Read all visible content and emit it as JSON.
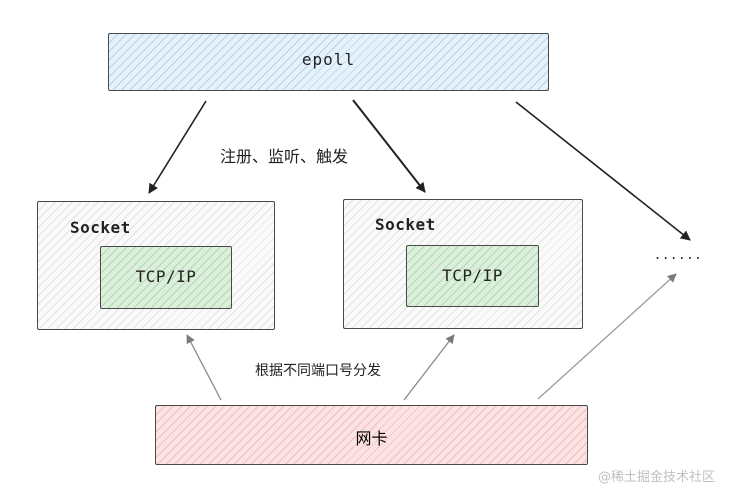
{
  "epoll": {
    "label": "epoll"
  },
  "sockets": [
    {
      "title": "Socket",
      "inner": "TCP/IP"
    },
    {
      "title": "Socket",
      "inner": "TCP/IP"
    }
  ],
  "nic": {
    "label": "网卡"
  },
  "labels": {
    "register_listen_trigger": "注册、监听、触发",
    "dispatch_by_port": "根据不同端口号分发",
    "more": "......"
  },
  "watermark": "@稀土掘金技术社区",
  "colors": {
    "epoll_fill": "#e6f2fb",
    "socket_fill": "#fafafa",
    "tcpip_fill": "#dcefdc",
    "nic_fill": "#fbe3e3",
    "arrow_dark": "#222222",
    "arrow_light": "#8a8a8a"
  }
}
